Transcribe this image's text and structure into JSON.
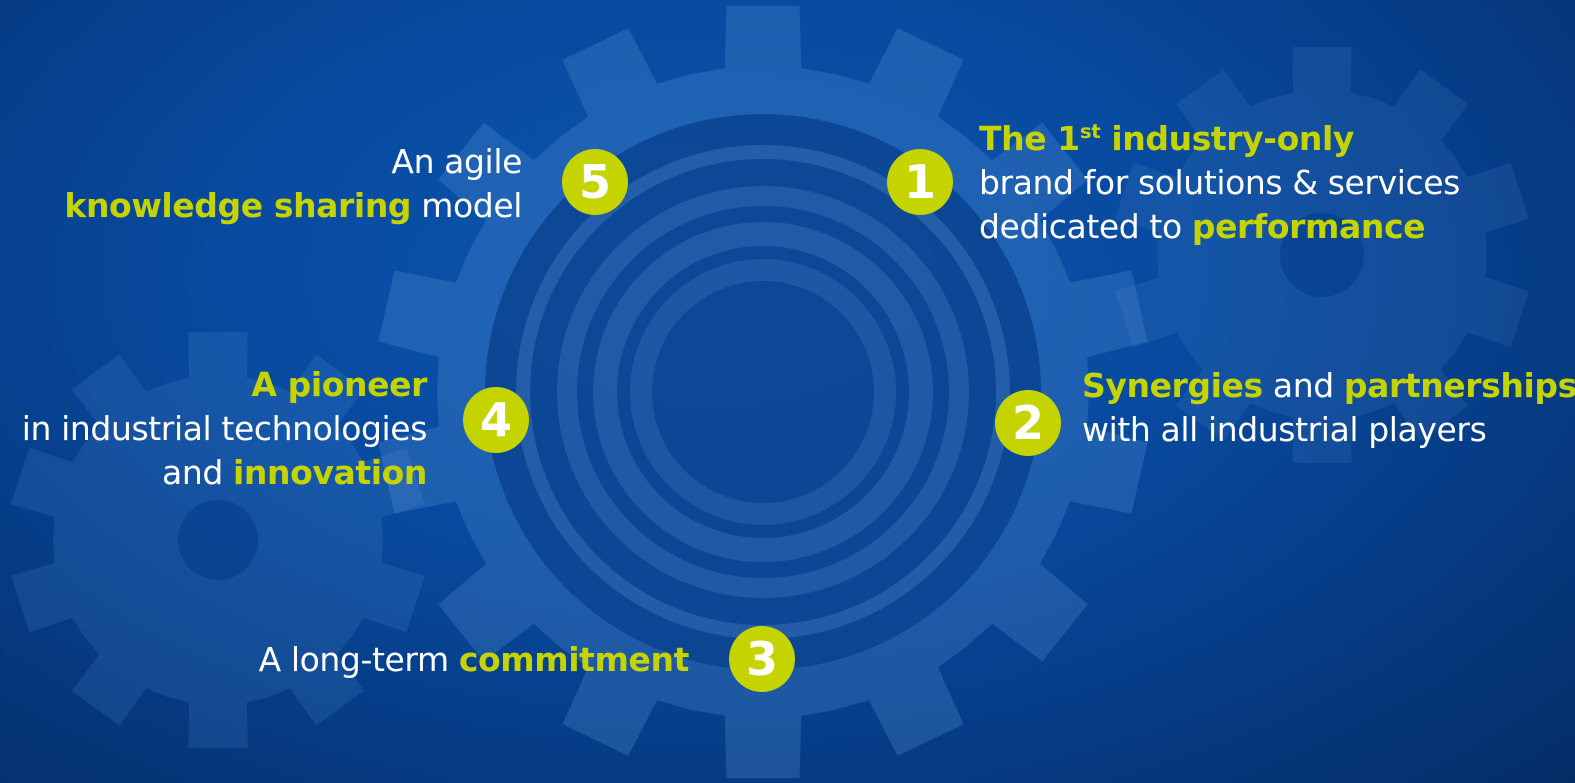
{
  "colors": {
    "accent": "#c5d400",
    "text": "#ffffff",
    "background": "#084a9f"
  },
  "items": [
    {
      "number": "1",
      "lines": [
        [
          {
            "t": "The 1",
            "hl": true
          },
          {
            "t": "st",
            "hl": true,
            "sup": true
          },
          {
            "t": " industry-only",
            "hl": true
          }
        ],
        [
          {
            "t": "brand for solutions & services",
            "hl": false
          }
        ],
        [
          {
            "t": "dedicated to ",
            "hl": false
          },
          {
            "t": "performance",
            "hl": true
          }
        ]
      ]
    },
    {
      "number": "2",
      "lines": [
        [
          {
            "t": "Synergies",
            "hl": true
          },
          {
            "t": " and ",
            "hl": false
          },
          {
            "t": "partnerships",
            "hl": true
          }
        ],
        [
          {
            "t": "with all industrial players",
            "hl": false
          }
        ]
      ]
    },
    {
      "number": "3",
      "lines": [
        [
          {
            "t": "A long-term ",
            "hl": false
          },
          {
            "t": "commitment",
            "hl": true
          }
        ]
      ]
    },
    {
      "number": "4",
      "lines": [
        [
          {
            "t": "A pioneer",
            "hl": true
          }
        ],
        [
          {
            "t": "in industrial technologies",
            "hl": false
          }
        ],
        [
          {
            "t": "and ",
            "hl": false
          },
          {
            "t": "innovation",
            "hl": true
          }
        ]
      ]
    },
    {
      "number": "5",
      "lines": [
        [
          {
            "t": "An agile",
            "hl": false
          }
        ],
        [
          {
            "t": "knowledge sharing",
            "hl": true
          },
          {
            "t": " model",
            "hl": false
          }
        ]
      ]
    }
  ]
}
